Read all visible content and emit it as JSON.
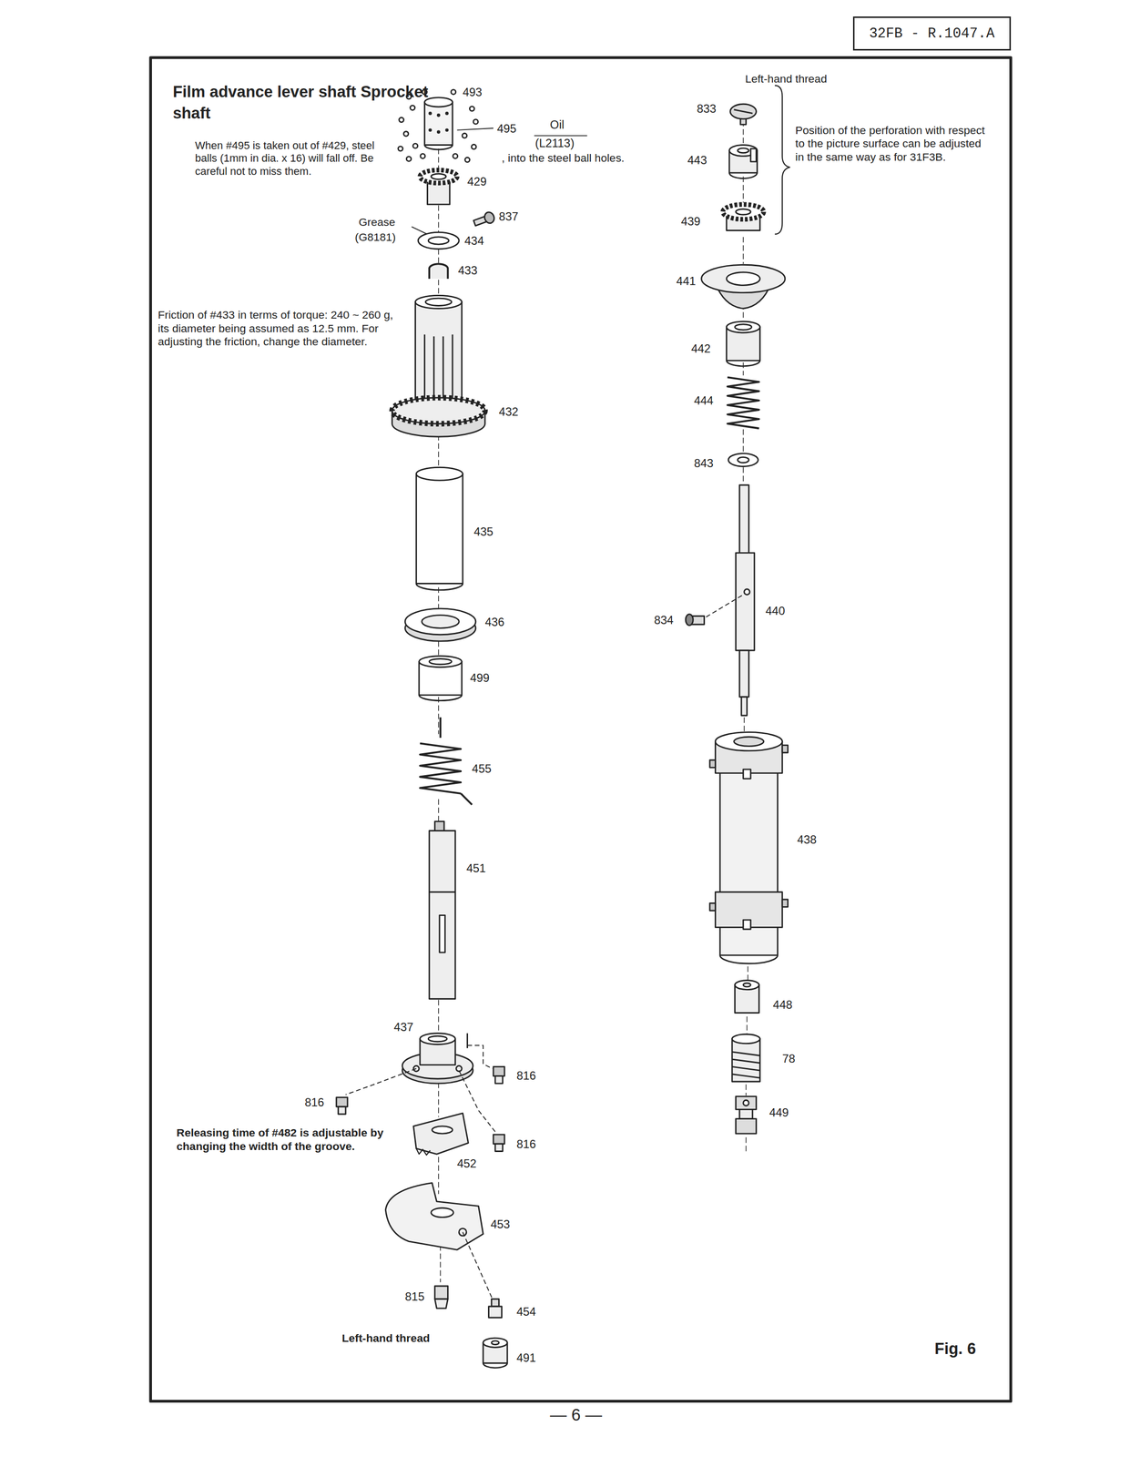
{
  "diagram": {
    "title": "Film advance lever shaft Sprocket shaft",
    "caption": "Fig. 6",
    "nodes": [
      {
        "text": [
          "32FB - R.1047.A"
        ]
      }
    ],
    "labels": [
      "493",
      "495",
      "Oil",
      "(L2113)",
      ", into the steel ball holes.",
      "When #495 is taken out of #429, steel balls (1mm in dia. x 16) will fall off. Be careful not to miss them.",
      "429",
      "837",
      "Grease",
      "(G8181)",
      "434",
      "433",
      "Friction of #433 in terms of torque: 240 ~ 260 g, its diameter being assumed as 12.5 mm. For adjusting the friction, change the diameter.",
      "432",
      "435",
      "436",
      "499",
      "455",
      "451",
      "437",
      "816",
      "816",
      "816",
      "Releasing time of #482 is adjustable by changing the width of the groove.",
      "452",
      "453",
      "815",
      "454",
      "Left-hand thread",
      "491",
      "Left-hand thread",
      "833",
      "Position of the perforation with respect to the picture surface can be adjusted in the same way as for 31F3B.",
      "443",
      "439",
      "441",
      "442",
      "444",
      "843",
      "834",
      "440",
      "438",
      "448",
      "78",
      "449",
      "— 6 —"
    ]
  }
}
